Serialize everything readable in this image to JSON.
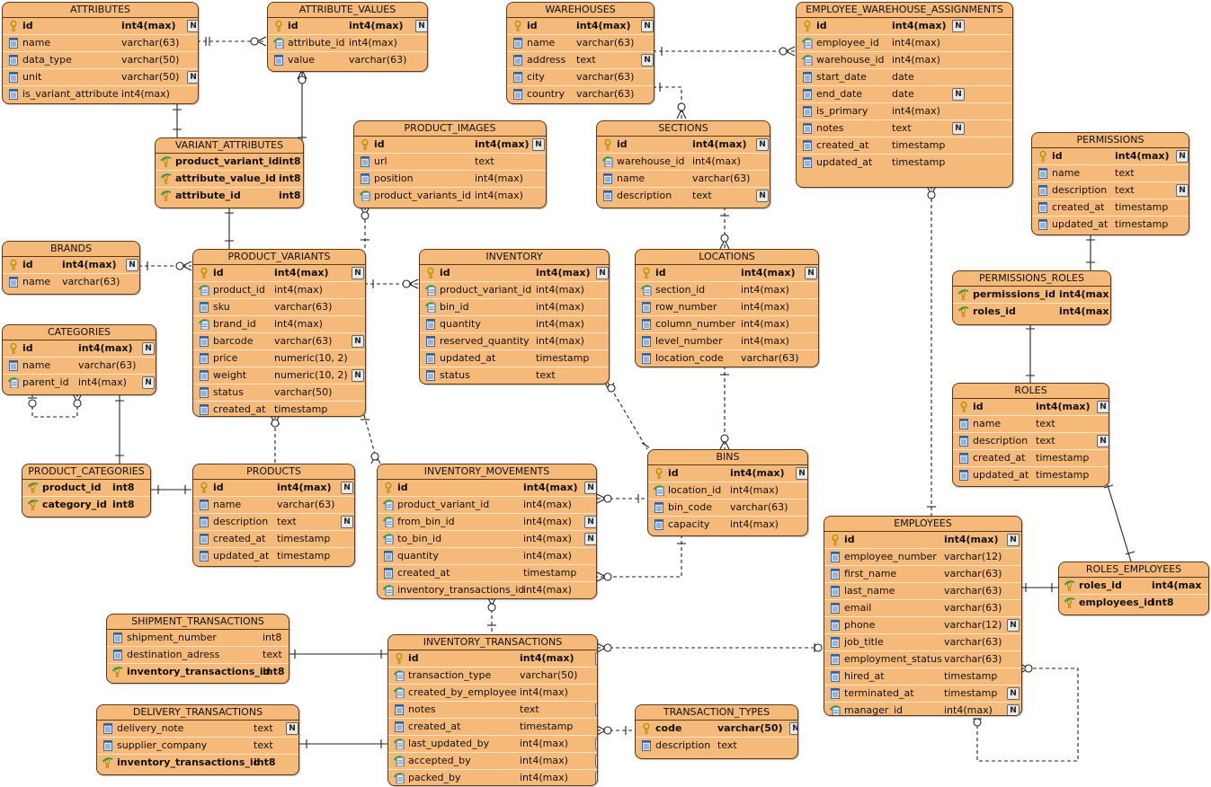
{
  "tables": [
    {
      "id": "attributes",
      "title": "ATTRIBUTES",
      "columns": [
        {
          "icon": "key",
          "name": "id",
          "type": "int4(max)",
          "nn": true
        },
        {
          "icon": "col",
          "name": "name",
          "type": "varchar(63)",
          "nn": false
        },
        {
          "icon": "col",
          "name": "data_type",
          "type": "varchar(50)",
          "nn": false
        },
        {
          "icon": "col",
          "name": "unit",
          "type": "varchar(50)",
          "nn": true
        },
        {
          "icon": "col",
          "name": "is_variant_attribute",
          "type": "int4(max)",
          "nn": false
        }
      ]
    },
    {
      "id": "attribute_values",
      "title": "ATTRIBUTE_VALUES",
      "columns": [
        {
          "icon": "key",
          "name": "id",
          "type": "int4(max)",
          "nn": true
        },
        {
          "icon": "fk",
          "name": "attribute_id",
          "type": "int4(max)",
          "nn": false
        },
        {
          "icon": "col",
          "name": "value",
          "type": "varchar(63)",
          "nn": false
        }
      ]
    },
    {
      "id": "warehouses",
      "title": "WAREHOUSES",
      "columns": [
        {
          "icon": "key",
          "name": "id",
          "type": "int4(max)",
          "nn": true
        },
        {
          "icon": "col",
          "name": "name",
          "type": "varchar(63)",
          "nn": false
        },
        {
          "icon": "col",
          "name": "address",
          "type": "text",
          "nn": true
        },
        {
          "icon": "col",
          "name": "city",
          "type": "varchar(63)",
          "nn": false
        },
        {
          "icon": "col",
          "name": "country",
          "type": "varchar(63)",
          "nn": false
        }
      ]
    },
    {
      "id": "emp_wh",
      "title": "EMPLOYEE_WAREHOUSE_ASSIGNMENTS",
      "columns": [
        {
          "icon": "key",
          "name": "id",
          "type": "int4(max)",
          "nn": true
        },
        {
          "icon": "fk",
          "name": "employee_id",
          "type": "int4(max)",
          "nn": false
        },
        {
          "icon": "fk",
          "name": "warehouse_id",
          "type": "int4(max)",
          "nn": false
        },
        {
          "icon": "col",
          "name": "start_date",
          "type": "date",
          "nn": false
        },
        {
          "icon": "col",
          "name": "end_date",
          "type": "date",
          "nn": true
        },
        {
          "icon": "col",
          "name": "is_primary",
          "type": "int4(max)",
          "nn": false
        },
        {
          "icon": "col",
          "name": "notes",
          "type": "text",
          "nn": true
        },
        {
          "icon": "col",
          "name": "created_at",
          "type": "timestamp",
          "nn": false
        },
        {
          "icon": "col",
          "name": "updated_at",
          "type": "timestamp",
          "nn": false
        }
      ]
    },
    {
      "id": "product_images",
      "title": "PRODUCT_IMAGES",
      "columns": [
        {
          "icon": "key",
          "name": "id",
          "type": "int4(max)",
          "nn": true
        },
        {
          "icon": "col",
          "name": "url",
          "type": "text",
          "nn": false
        },
        {
          "icon": "col",
          "name": "position",
          "type": "int4(max)",
          "nn": false
        },
        {
          "icon": "fk",
          "name": "product_variants_id",
          "type": "int4(max)",
          "nn": false
        }
      ]
    },
    {
      "id": "sections",
      "title": "SECTIONS",
      "columns": [
        {
          "icon": "key",
          "name": "id",
          "type": "int4(max)",
          "nn": true
        },
        {
          "icon": "fk",
          "name": "warehouse_id",
          "type": "int4(max)",
          "nn": false
        },
        {
          "icon": "col",
          "name": "name",
          "type": "varchar(63)",
          "nn": false
        },
        {
          "icon": "col",
          "name": "description",
          "type": "text",
          "nn": true
        }
      ]
    },
    {
      "id": "permissions",
      "title": "PERMISSIONS",
      "columns": [
        {
          "icon": "key",
          "name": "id",
          "type": "int4(max)",
          "nn": true
        },
        {
          "icon": "col",
          "name": "name",
          "type": "text",
          "nn": false
        },
        {
          "icon": "col",
          "name": "description",
          "type": "text",
          "nn": true
        },
        {
          "icon": "col",
          "name": "created_at",
          "type": "timestamp",
          "nn": false
        },
        {
          "icon": "col",
          "name": "updated_at",
          "type": "timestamp",
          "nn": false
        }
      ]
    },
    {
      "id": "variant_attributes",
      "title": "VARIANT_ATTRIBUTES",
      "columns": [
        {
          "icon": "pkfk",
          "name": "product_variant_id",
          "type": "int8",
          "nn": false,
          "bold": true
        },
        {
          "icon": "pkfk",
          "name": "attribute_value_id",
          "type": "int8",
          "nn": false,
          "bold": true
        },
        {
          "icon": "pkfk",
          "name": "attribute_id",
          "type": "int8",
          "nn": false,
          "bold": true
        }
      ]
    },
    {
      "id": "brands",
      "title": "BRANDS",
      "columns": [
        {
          "icon": "key",
          "name": "id",
          "type": "int4(max)",
          "nn": true
        },
        {
          "icon": "col",
          "name": "name",
          "type": "varchar(63)",
          "nn": false
        }
      ]
    },
    {
      "id": "product_variants",
      "title": "PRODUCT_VARIANTS",
      "columns": [
        {
          "icon": "key",
          "name": "id",
          "type": "int4(max)",
          "nn": true
        },
        {
          "icon": "fk",
          "name": "product_id",
          "type": "int4(max)",
          "nn": false
        },
        {
          "icon": "col",
          "name": "sku",
          "type": "varchar(63)",
          "nn": false
        },
        {
          "icon": "fk",
          "name": "brand_id",
          "type": "int4(max)",
          "nn": false
        },
        {
          "icon": "col",
          "name": "barcode",
          "type": "varchar(63)",
          "nn": true
        },
        {
          "icon": "col",
          "name": "price",
          "type": "numeric(10, 2)",
          "nn": false
        },
        {
          "icon": "col",
          "name": "weight",
          "type": "numeric(10, 2)",
          "nn": true
        },
        {
          "icon": "col",
          "name": "status",
          "type": "varchar(50)",
          "nn": false
        },
        {
          "icon": "col",
          "name": "created_at",
          "type": "timestamp",
          "nn": false
        }
      ]
    },
    {
      "id": "inventory",
      "title": "INVENTORY",
      "columns": [
        {
          "icon": "key",
          "name": "id",
          "type": "int4(max)",
          "nn": true
        },
        {
          "icon": "fk",
          "name": "product_variant_id",
          "type": "int4(max)",
          "nn": false
        },
        {
          "icon": "fk",
          "name": "bin_id",
          "type": "int4(max)",
          "nn": false
        },
        {
          "icon": "col",
          "name": "quantity",
          "type": "int4(max)",
          "nn": false
        },
        {
          "icon": "col",
          "name": "reserved_quantity",
          "type": "int4(max)",
          "nn": false
        },
        {
          "icon": "col",
          "name": "updated_at",
          "type": "timestamp",
          "nn": false
        },
        {
          "icon": "col",
          "name": "status",
          "type": "text",
          "nn": false
        }
      ]
    },
    {
      "id": "locations",
      "title": "LOCATIONS",
      "columns": [
        {
          "icon": "key",
          "name": "id",
          "type": "int4(max)",
          "nn": true
        },
        {
          "icon": "fk",
          "name": "section_id",
          "type": "int4(max)",
          "nn": false
        },
        {
          "icon": "col",
          "name": "row_number",
          "type": "int4(max)",
          "nn": false
        },
        {
          "icon": "col",
          "name": "column_number",
          "type": "int4(max)",
          "nn": false
        },
        {
          "icon": "col",
          "name": "level_number",
          "type": "int4(max)",
          "nn": false
        },
        {
          "icon": "col",
          "name": "location_code",
          "type": "varchar(63)",
          "nn": false
        }
      ]
    },
    {
      "id": "permissions_roles",
      "title": "PERMISSIONS_ROLES",
      "columns": [
        {
          "icon": "pkfk",
          "name": "permissions_id",
          "type": "int4(max",
          "nn": false,
          "bold": true
        },
        {
          "icon": "pkfk",
          "name": "roles_id",
          "type": "int4(max",
          "nn": false,
          "bold": true
        }
      ]
    },
    {
      "id": "categories",
      "title": "CATEGORIES",
      "columns": [
        {
          "icon": "key",
          "name": "id",
          "type": "int4(max)",
          "nn": true
        },
        {
          "icon": "col",
          "name": "name",
          "type": "varchar(63)",
          "nn": false
        },
        {
          "icon": "fk",
          "name": "parent_id",
          "type": "int4(max)",
          "nn": true
        }
      ]
    },
    {
      "id": "roles",
      "title": "ROLES",
      "columns": [
        {
          "icon": "key",
          "name": "id",
          "type": "int4(max)",
          "nn": true
        },
        {
          "icon": "col",
          "name": "name",
          "type": "text",
          "nn": false
        },
        {
          "icon": "col",
          "name": "description",
          "type": "text",
          "nn": true
        },
        {
          "icon": "col",
          "name": "created_at",
          "type": "timestamp",
          "nn": false
        },
        {
          "icon": "col",
          "name": "updated_at",
          "type": "timestamp",
          "nn": false
        }
      ]
    },
    {
      "id": "bins",
      "title": "BINS",
      "columns": [
        {
          "icon": "key",
          "name": "id",
          "type": "int4(max)",
          "nn": true
        },
        {
          "icon": "fk",
          "name": "location_id",
          "type": "int4(max)",
          "nn": false
        },
        {
          "icon": "col",
          "name": "bin_code",
          "type": "varchar(63)",
          "nn": false
        },
        {
          "icon": "col",
          "name": "capacity",
          "type": "int4(max)",
          "nn": false
        }
      ]
    },
    {
      "id": "product_categories",
      "title": "PRODUCT_CATEGORIES",
      "columns": [
        {
          "icon": "pkfk",
          "name": "product_id",
          "type": "int8",
          "nn": false,
          "bold": true
        },
        {
          "icon": "pkfk",
          "name": "category_id",
          "type": "int8",
          "nn": false,
          "bold": true
        }
      ]
    },
    {
      "id": "products",
      "title": "PRODUCTS",
      "columns": [
        {
          "icon": "key",
          "name": "id",
          "type": "int4(max)",
          "nn": true
        },
        {
          "icon": "col",
          "name": "name",
          "type": "varchar(63)",
          "nn": false
        },
        {
          "icon": "col",
          "name": "description",
          "type": "text",
          "nn": true
        },
        {
          "icon": "col",
          "name": "created_at",
          "type": "timestamp",
          "nn": false
        },
        {
          "icon": "col",
          "name": "updated_at",
          "type": "timestamp",
          "nn": false
        }
      ]
    },
    {
      "id": "inventory_movements",
      "title": "INVENTORY_MOVEMENTS",
      "columns": [
        {
          "icon": "key",
          "name": "id",
          "type": "int4(max)",
          "nn": true
        },
        {
          "icon": "fk",
          "name": "product_variant_id",
          "type": "int4(max)",
          "nn": false
        },
        {
          "icon": "fk",
          "name": "from_bin_id",
          "type": "int4(max)",
          "nn": true
        },
        {
          "icon": "fk",
          "name": "to_bin_id",
          "type": "int4(max)",
          "nn": true
        },
        {
          "icon": "col",
          "name": "quantity",
          "type": "int4(max)",
          "nn": false
        },
        {
          "icon": "col",
          "name": "created_at",
          "type": "timestamp",
          "nn": false
        },
        {
          "icon": "fk",
          "name": "inventory_transactions_id",
          "type": "int4(max)",
          "nn": false
        }
      ]
    },
    {
      "id": "employees",
      "title": "EMPLOYEES",
      "columns": [
        {
          "icon": "key",
          "name": "id",
          "type": "int4(max)",
          "nn": true
        },
        {
          "icon": "col",
          "name": "employee_number",
          "type": "varchar(12)",
          "nn": false
        },
        {
          "icon": "col",
          "name": "first_name",
          "type": "varchar(63)",
          "nn": false
        },
        {
          "icon": "col",
          "name": "last_name",
          "type": "varchar(63)",
          "nn": false
        },
        {
          "icon": "col",
          "name": "email",
          "type": "varchar(63)",
          "nn": false
        },
        {
          "icon": "col",
          "name": "phone",
          "type": "varchar(12)",
          "nn": true
        },
        {
          "icon": "col",
          "name": "job_title",
          "type": "varchar(63)",
          "nn": false
        },
        {
          "icon": "col",
          "name": "employment_status",
          "type": "varchar(63)",
          "nn": false
        },
        {
          "icon": "col",
          "name": "hired_at",
          "type": "timestamp",
          "nn": false
        },
        {
          "icon": "col",
          "name": "terminated_at",
          "type": "timestamp",
          "nn": true
        },
        {
          "icon": "fk",
          "name": "manager_id",
          "type": "int4(max)",
          "nn": true
        }
      ]
    },
    {
      "id": "roles_employees",
      "title": "ROLES_EMPLOYEES",
      "columns": [
        {
          "icon": "pkfk",
          "name": "roles_id",
          "type": "int4(max",
          "nn": false,
          "bold": true
        },
        {
          "icon": "pkfk",
          "name": "employees_id",
          "type": "int8",
          "nn": false,
          "bold": true
        }
      ]
    },
    {
      "id": "shipment_transactions",
      "title": "SHIPMENT_TRANSACTIONS",
      "columns": [
        {
          "icon": "col",
          "name": "shipment_number",
          "type": "int8",
          "nn": false
        },
        {
          "icon": "col",
          "name": "destination_adress",
          "type": "text",
          "nn": false
        },
        {
          "icon": "pkfk",
          "name": "inventory_transactions_id",
          "type": "int8",
          "nn": false,
          "bold": true
        }
      ]
    },
    {
      "id": "inventory_transactions",
      "title": "INVENTORY_TRANSACTIONS",
      "columns": [
        {
          "icon": "key",
          "name": "id",
          "type": "int4(max)",
          "nn": true
        },
        {
          "icon": "fk",
          "name": "transaction_type",
          "type": "varchar(50)",
          "nn": false
        },
        {
          "icon": "fk",
          "name": "created_by_employee",
          "type": "int4(max)",
          "nn": false
        },
        {
          "icon": "col",
          "name": "notes",
          "type": "text",
          "nn": true
        },
        {
          "icon": "col",
          "name": "created_at",
          "type": "timestamp",
          "nn": false
        },
        {
          "icon": "fk",
          "name": "last_updated_by",
          "type": "int4(max)",
          "nn": true
        },
        {
          "icon": "fk",
          "name": "accepted_by",
          "type": "int4(max)",
          "nn": true
        },
        {
          "icon": "fk",
          "name": "packed_by",
          "type": "int4(max)",
          "nn": true
        }
      ]
    },
    {
      "id": "transaction_types",
      "title": "TRANSACTION_TYPES",
      "columns": [
        {
          "icon": "key",
          "name": "code",
          "type": "varchar(50)",
          "nn": true
        },
        {
          "icon": "col",
          "name": "description",
          "type": "text",
          "nn": false
        }
      ]
    },
    {
      "id": "delivery_transactions",
      "title": "DELIVERY_TRANSACTIONS",
      "columns": [
        {
          "icon": "col",
          "name": "delivery_note",
          "type": "text",
          "nn": true
        },
        {
          "icon": "col",
          "name": "supplier_company",
          "type": "text",
          "nn": false
        },
        {
          "icon": "pkfk",
          "name": "inventory_transactions_id",
          "type": "int8",
          "nn": false,
          "bold": true
        }
      ]
    }
  ]
}
